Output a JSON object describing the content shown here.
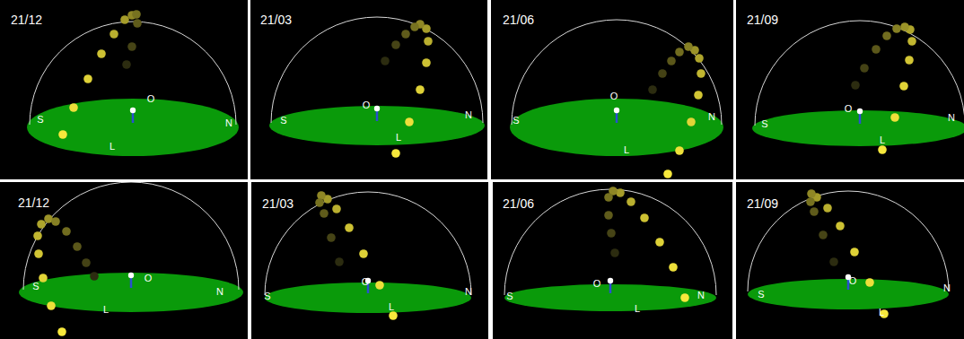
{
  "diagram": {
    "labels": [
      "21/12",
      "O",
      "S",
      "N",
      "L",
      "21/03",
      "O",
      "S",
      "N",
      "L",
      "21/06",
      "O",
      "S",
      "N",
      "L",
      "21/09",
      "O",
      "S",
      "N",
      "L",
      "21/12",
      "O",
      "S",
      "N",
      "L",
      "21/03",
      "O",
      "S",
      "N",
      "L",
      "21/06",
      "O",
      "S",
      "N",
      "L",
      "21/09",
      "O",
      "S",
      "N",
      "L"
    ]
  }
}
